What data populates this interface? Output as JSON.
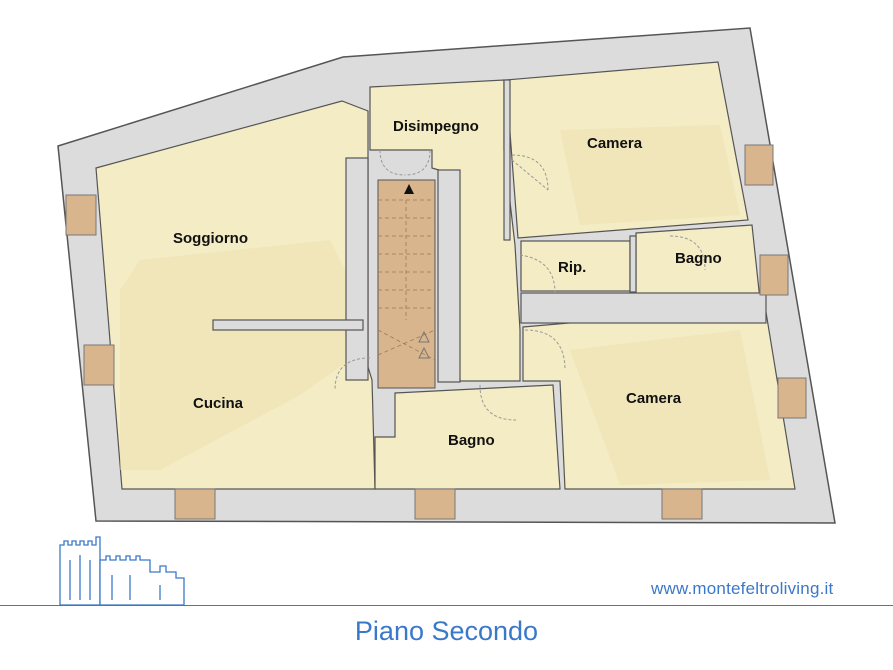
{
  "rooms": {
    "soggiorno": "Soggiorno",
    "cucina": "Cucina",
    "disimpegno": "Disimpegno",
    "camera_top": "Camera",
    "camera_bottom": "Camera",
    "ripostiglio": "Rip.",
    "bagno_right": "Bagno",
    "bagno_bottom": "Bagno"
  },
  "footer": {
    "website": "www.montefeltroliving.it",
    "title": "Piano Secondo"
  },
  "colors": {
    "wall": "#dcdcdc",
    "wall_stroke": "#555555",
    "floor": "#f4ecc4",
    "shadow": "#e8dcae",
    "stair": "#d8b58c",
    "accent": "#3a78c9"
  }
}
